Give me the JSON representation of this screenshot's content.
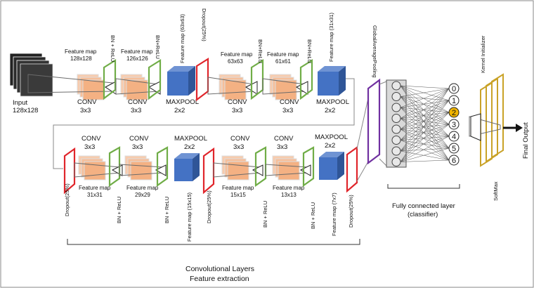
{
  "top_row": {
    "input_label": "Input",
    "input_size": "128x128",
    "fm1_title": "Feature map",
    "fm1_size": "128x128",
    "bn1": "BN + ReLU",
    "fm2_title": "Feature map",
    "fm2_size": "126x126",
    "bn2": "BN+ReLU",
    "maxpool_fm": "Feature map (63x63)",
    "dropout1": "Dropout(25%)",
    "fm3_title": "Feature map",
    "fm3_size": "63x63",
    "bn3": "BN+ReLU",
    "fm4_title": "Feature map",
    "fm4_size": "61x61",
    "bn4": "BN+ReLU",
    "maxpool2_fm": "Feature map (31x31)",
    "conv1_label": "CONV",
    "conv1_size": "3x3",
    "conv2_label": "CONV",
    "conv2_size": "3x3",
    "maxpool1_label": "MAXPOOL",
    "maxpool1_size": "2x2",
    "conv3_label": "CONV",
    "conv3_size": "3x3",
    "conv4_label": "CONV",
    "conv4_size": "3x3",
    "maxpool2_label": "MAXPOOL",
    "maxpool2_size": "2x2"
  },
  "bottom_row": {
    "conv5_label": "CONV",
    "conv5_size": "3x3",
    "conv6_label": "CONV",
    "conv6_size": "3x3",
    "maxpool3_label": "MAXPOOL",
    "maxpool3_size": "2x2",
    "conv7_label": "CONV",
    "conv7_size": "3x3",
    "conv8_label": "CONV",
    "conv8_size": "3x3",
    "maxpool4_label": "MAXPOOL",
    "maxpool4_size": "2x2",
    "dropout2": "Dropout(25%)",
    "fm5_title": "Feature map",
    "fm5_size": "31x31",
    "bn5": "BN + ReLU",
    "fm6_title": "Feature map",
    "fm6_size": "29x29",
    "bn6": "BN + ReLU",
    "maxpool3_fm": "Feature map (15x15)",
    "dropout3": "Dropout(25%)",
    "fm7_title": "Feature map",
    "fm7_size": "15x15",
    "bn7": "BN + ReLU",
    "fm8_title": "Feature map",
    "fm8_size": "13x13",
    "bn8": "BN + ReLU",
    "maxpool4_fm": "Feature map (7x7)",
    "dropout4": "Dropout(25%)"
  },
  "classifier": {
    "gap_label": "GlobalAveragePooling",
    "outputs": [
      "0",
      "1",
      "2",
      "3",
      "4",
      "5",
      "6"
    ],
    "highlight_index": 2,
    "fc_label_1": "Fully connected layer",
    "fc_label_2": "(classifier)",
    "kernel_label": "Kernel Initializer",
    "softmax_label": "SoftMax",
    "final_label": "Final Output"
  },
  "caption": {
    "line1": "Convolutional Layers",
    "line2": "Feature extraction"
  },
  "colors": {
    "conv_fill": "#f4b183",
    "bn_stroke": "#70ad47",
    "dropout_stroke": "#e0252b",
    "pool_fill": "#4472c4",
    "gap_stroke": "#7030a0",
    "kernel_stroke": "#c9a227",
    "highlight": "#f0b400"
  }
}
